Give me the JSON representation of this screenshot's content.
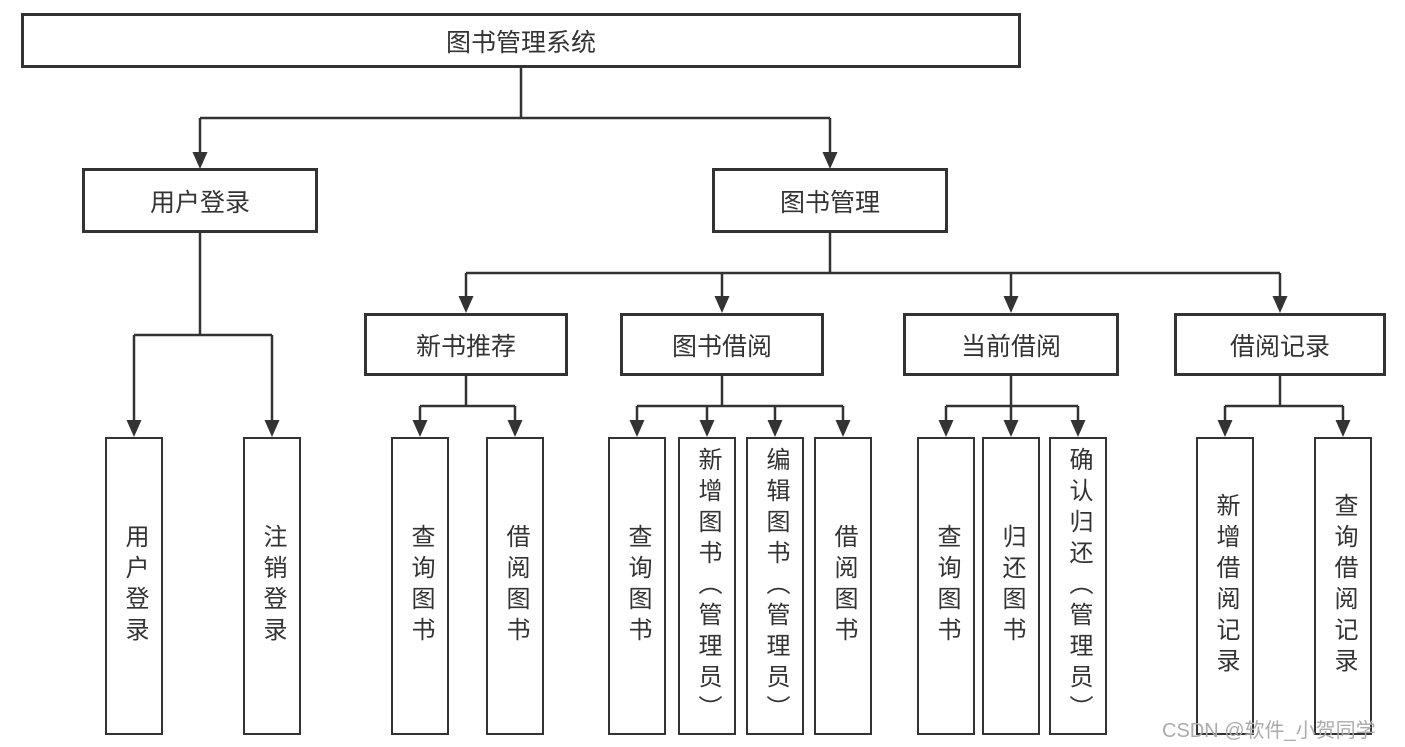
{
  "diagram_type": "tree",
  "colors": {
    "line": "#333333",
    "box_border": "#333333",
    "text": "#333333",
    "watermark": "#ababab",
    "background": "#ffffff"
  },
  "watermark": {
    "text": "CSDN @软件_小贺同学"
  },
  "tree": {
    "label": "图书管理系统",
    "children": [
      {
        "label": "用户登录",
        "children": [
          {
            "label": "用户登录"
          },
          {
            "label": "注销登录"
          }
        ]
      },
      {
        "label": "图书管理",
        "children": [
          {
            "label": "新书推荐",
            "children": [
              {
                "label": "查询图书"
              },
              {
                "label": "借阅图书"
              }
            ]
          },
          {
            "label": "图书借阅",
            "children": [
              {
                "label": "查询图书"
              },
              {
                "label": "新增图书（管理员）"
              },
              {
                "label": "编辑图书（管理员）"
              },
              {
                "label": "借阅图书"
              }
            ]
          },
          {
            "label": "当前借阅",
            "children": [
              {
                "label": "查询图书"
              },
              {
                "label": "归还图书"
              },
              {
                "label": "确认归还（管理员）"
              }
            ]
          },
          {
            "label": "借阅记录",
            "children": [
              {
                "label": "新增借阅记录"
              },
              {
                "label": "查询借阅记录"
              }
            ]
          }
        ]
      }
    ]
  }
}
